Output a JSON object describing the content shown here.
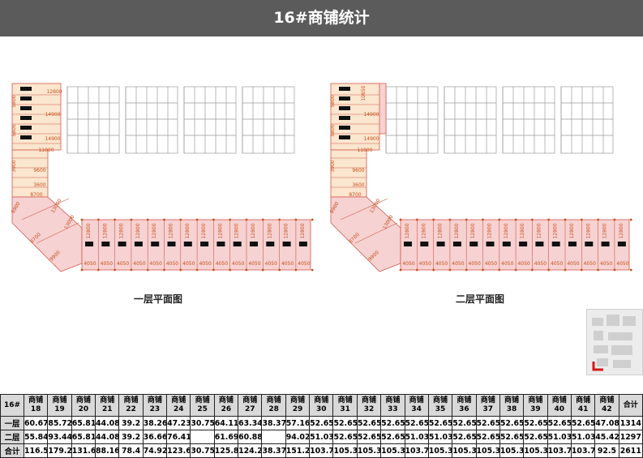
{
  "title": "16#商铺统计",
  "plans": [
    {
      "caption": "一层平面图"
    },
    {
      "caption": "二层平面图"
    }
  ],
  "plan_labels": {
    "wing": [
      "12800",
      "5800",
      "14900",
      "5800",
      "14900",
      "11000",
      "3900",
      "9600",
      "3600",
      "8700",
      "8900",
      "13000",
      "8700",
      "13000",
      "9900"
    ],
    "wing2_top": "10650",
    "row_top": "12800",
    "row_bottom": "4050"
  },
  "table": {
    "corner": "16#",
    "columns": [
      "商铺 18",
      "商铺 19",
      "商铺 20",
      "商铺 21",
      "商铺 22",
      "商铺 23",
      "商铺 24",
      "商铺 25",
      "商铺 26",
      "商铺 27",
      "商铺 28",
      "商铺 29",
      "商铺 30",
      "商铺 31",
      "商铺 32",
      "商铺 33",
      "商铺 34",
      "商铺 35",
      "商铺 36",
      "商铺 37",
      "商铺 38",
      "商铺 39",
      "商铺 40",
      "商铺 41",
      "商铺 42",
      "合计"
    ],
    "rows": [
      {
        "label": "一层",
        "values": [
          "60.67",
          "85.72",
          "65.81",
          "44.08",
          "39.2",
          "38.26",
          "47.23",
          "30.75",
          "64.11",
          "63.34",
          "38.37",
          "57.16",
          "52.65",
          "52.65",
          "52.65",
          "52.65",
          "52.65",
          "52.65",
          "52.65",
          "52.65",
          "52.65",
          "52.65",
          "52.65",
          "52.65",
          "47.08",
          "1314"
        ]
      },
      {
        "label": "二层",
        "values": [
          "55.84",
          "93.44",
          "65.81",
          "44.08",
          "39.2",
          "36.66",
          "76.41",
          "",
          "61.69",
          "60.88",
          "",
          "94.02",
          "51.03",
          "52.65",
          "52.65",
          "52.65",
          "51.03",
          "51.03",
          "52.65",
          "52.65",
          "52.65",
          "52.65",
          "51.03",
          "51.03",
          "45.42",
          "1297"
        ]
      },
      {
        "label": "合计",
        "values": [
          "116.5",
          "179.2",
          "131.6",
          "88.16",
          "78.4",
          "74.92",
          "123.6",
          "30.75",
          "125.8",
          "124.2",
          "38.37",
          "151.2",
          "103.7",
          "105.3",
          "105.3",
          "105.3",
          "103.7",
          "105.3",
          "105.3",
          "105.3",
          "105.3",
          "105.3",
          "103.7",
          "103.7",
          "92.5",
          "2611"
        ]
      }
    ]
  }
}
